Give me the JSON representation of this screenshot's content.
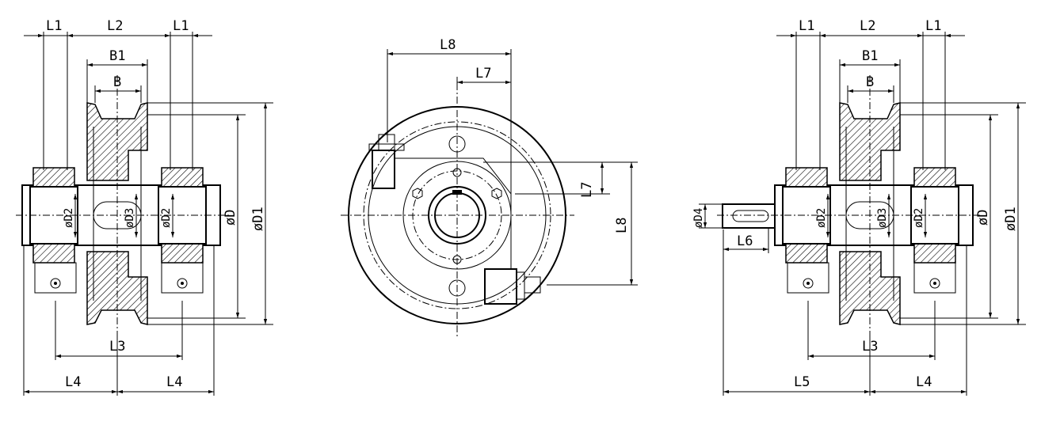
{
  "drawing": {
    "left_view": {
      "dims": {
        "L1_left": "L1",
        "L2": "L2",
        "L1_right": "L1",
        "B1": "B1",
        "B": "B",
        "D": "øD",
        "D1": "øD1",
        "D2_left": "øD2",
        "D3": "øD3",
        "D2_right": "øD2",
        "L3": "L3",
        "L4_left": "L4",
        "L4_right": "L4"
      }
    },
    "center_view": {
      "dims": {
        "L8_top": "L8",
        "L7_top": "L7",
        "L7_side": "L7",
        "L8_side": "L8"
      }
    },
    "right_view": {
      "dims": {
        "L1_left": "L1",
        "L2": "L2",
        "L1_right": "L1",
        "B1": "B1",
        "B": "B",
        "D": "øD",
        "D1": "øD1",
        "D4": "øD4",
        "L6": "L6",
        "D2_left": "øD2",
        "D3": "øD3",
        "D2_right": "øD2",
        "L3": "L3",
        "L5": "L5",
        "L4": "L4"
      }
    }
  }
}
